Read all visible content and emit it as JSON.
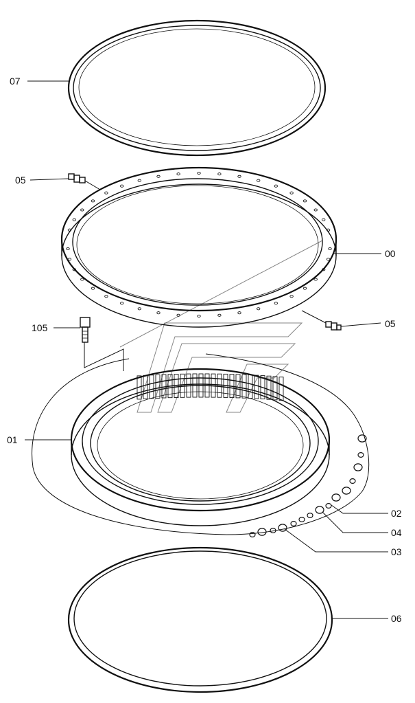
{
  "diagram": {
    "callouts": {
      "c07": "07",
      "c05_top": "05",
      "c00": "00",
      "c105": "105",
      "c05_right": "05",
      "c01": "01",
      "c02": "02",
      "c04": "04",
      "c03": "03",
      "c06": "06"
    }
  }
}
